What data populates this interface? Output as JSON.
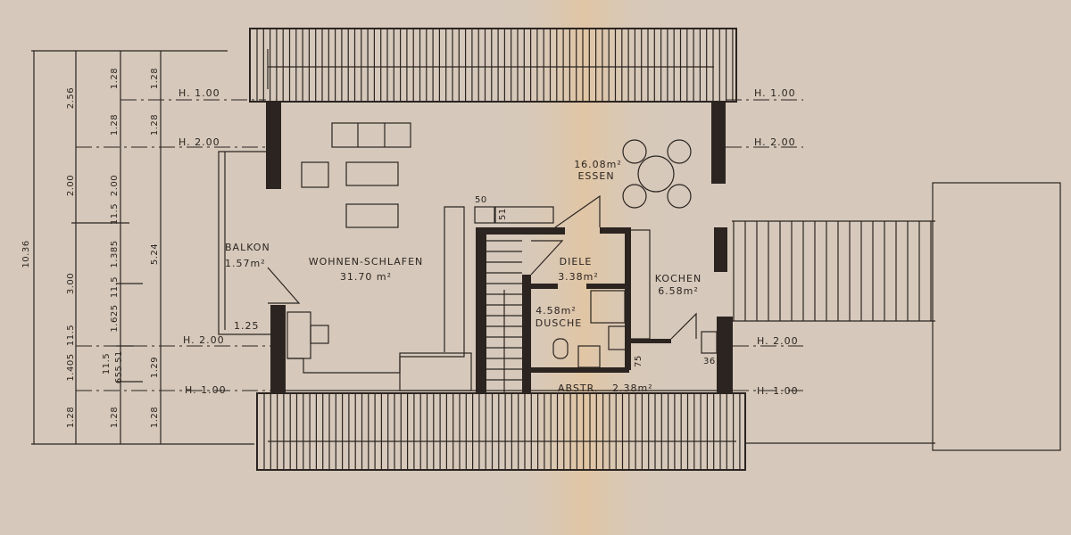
{
  "colors": {
    "paper": "#d6c9bb",
    "ink": "#2b2420",
    "stain": "#e3c49e"
  },
  "rooms": {
    "balkon": {
      "name": "BALKON",
      "area": "1.57m²",
      "width": "1.25"
    },
    "wohnen": {
      "name": "WOHNEN-SCHLAFEN",
      "area": "31.70 m²"
    },
    "essen": {
      "name": "ESSEN",
      "area": "16.08m²"
    },
    "diele": {
      "name": "DIELE",
      "area": "3.38m²"
    },
    "kochen": {
      "name": "KOCHEN",
      "area": "6.58m²"
    },
    "dusche": {
      "name": "DUSCHE",
      "area": "4.58m²"
    },
    "abstr": {
      "name": "ABSTR.",
      "area": "2.38m²"
    }
  },
  "small_dims": {
    "d50": "50",
    "d51": "51",
    "d75": "75",
    "d36": "36"
  },
  "heights": {
    "h100": "H. 1.00",
    "h200": "H. 2.00"
  },
  "dimensions": {
    "total": "10.36",
    "col1": [
      "2.56",
      "2.00",
      "3.00",
      "11.5",
      "1.405",
      "1.28"
    ],
    "col2": [
      "1.28",
      "1.28",
      "2.00",
      "11.5",
      "1.385",
      "11.5",
      "1.625",
      "11.5",
      "51",
      "655",
      "1.28"
    ],
    "col3": [
      "1.28",
      "1.28",
      "5.24",
      "1.29",
      "1.28"
    ]
  }
}
